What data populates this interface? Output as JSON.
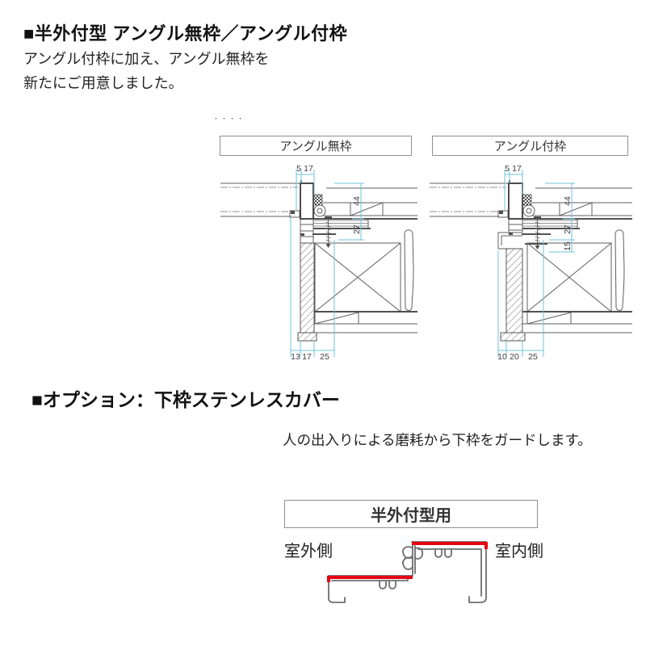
{
  "header": {
    "title": "■半外付型 アングル無枠／アングル付枠",
    "subtitle_line1": "アングル付枠に加え、アングル無枠を",
    "subtitle_line2": "新たにご用意しました。",
    "dots": "・・・・"
  },
  "diagram_left": {
    "label": "アングル無枠",
    "dim_top_1": "5",
    "dim_top_2": "17",
    "dim_right_1": "44",
    "dim_right_2": "27",
    "dim_bottom_1": "13",
    "dim_bottom_2": "17",
    "dim_bottom_3": "25"
  },
  "diagram_right": {
    "label": "アングル付枠",
    "dim_top_1": "5",
    "dim_top_2": "17",
    "dim_right_1": "44",
    "dim_right_2": "27",
    "dim_right_3": "15",
    "dim_bottom_1": "10",
    "dim_bottom_2": "20",
    "dim_bottom_3": "25"
  },
  "option": {
    "title": "■オプション：下枠ステンレスカバー",
    "description": "人の出入りによる磨耗から下枠をガードします。",
    "panel_label": "半外付型用",
    "outdoor_label": "室外側",
    "indoor_label": "室内側"
  },
  "colors": {
    "dimension_line": "#6fc3da",
    "drawing_line": "#5f5f5f",
    "accent_red": "#e60012"
  }
}
